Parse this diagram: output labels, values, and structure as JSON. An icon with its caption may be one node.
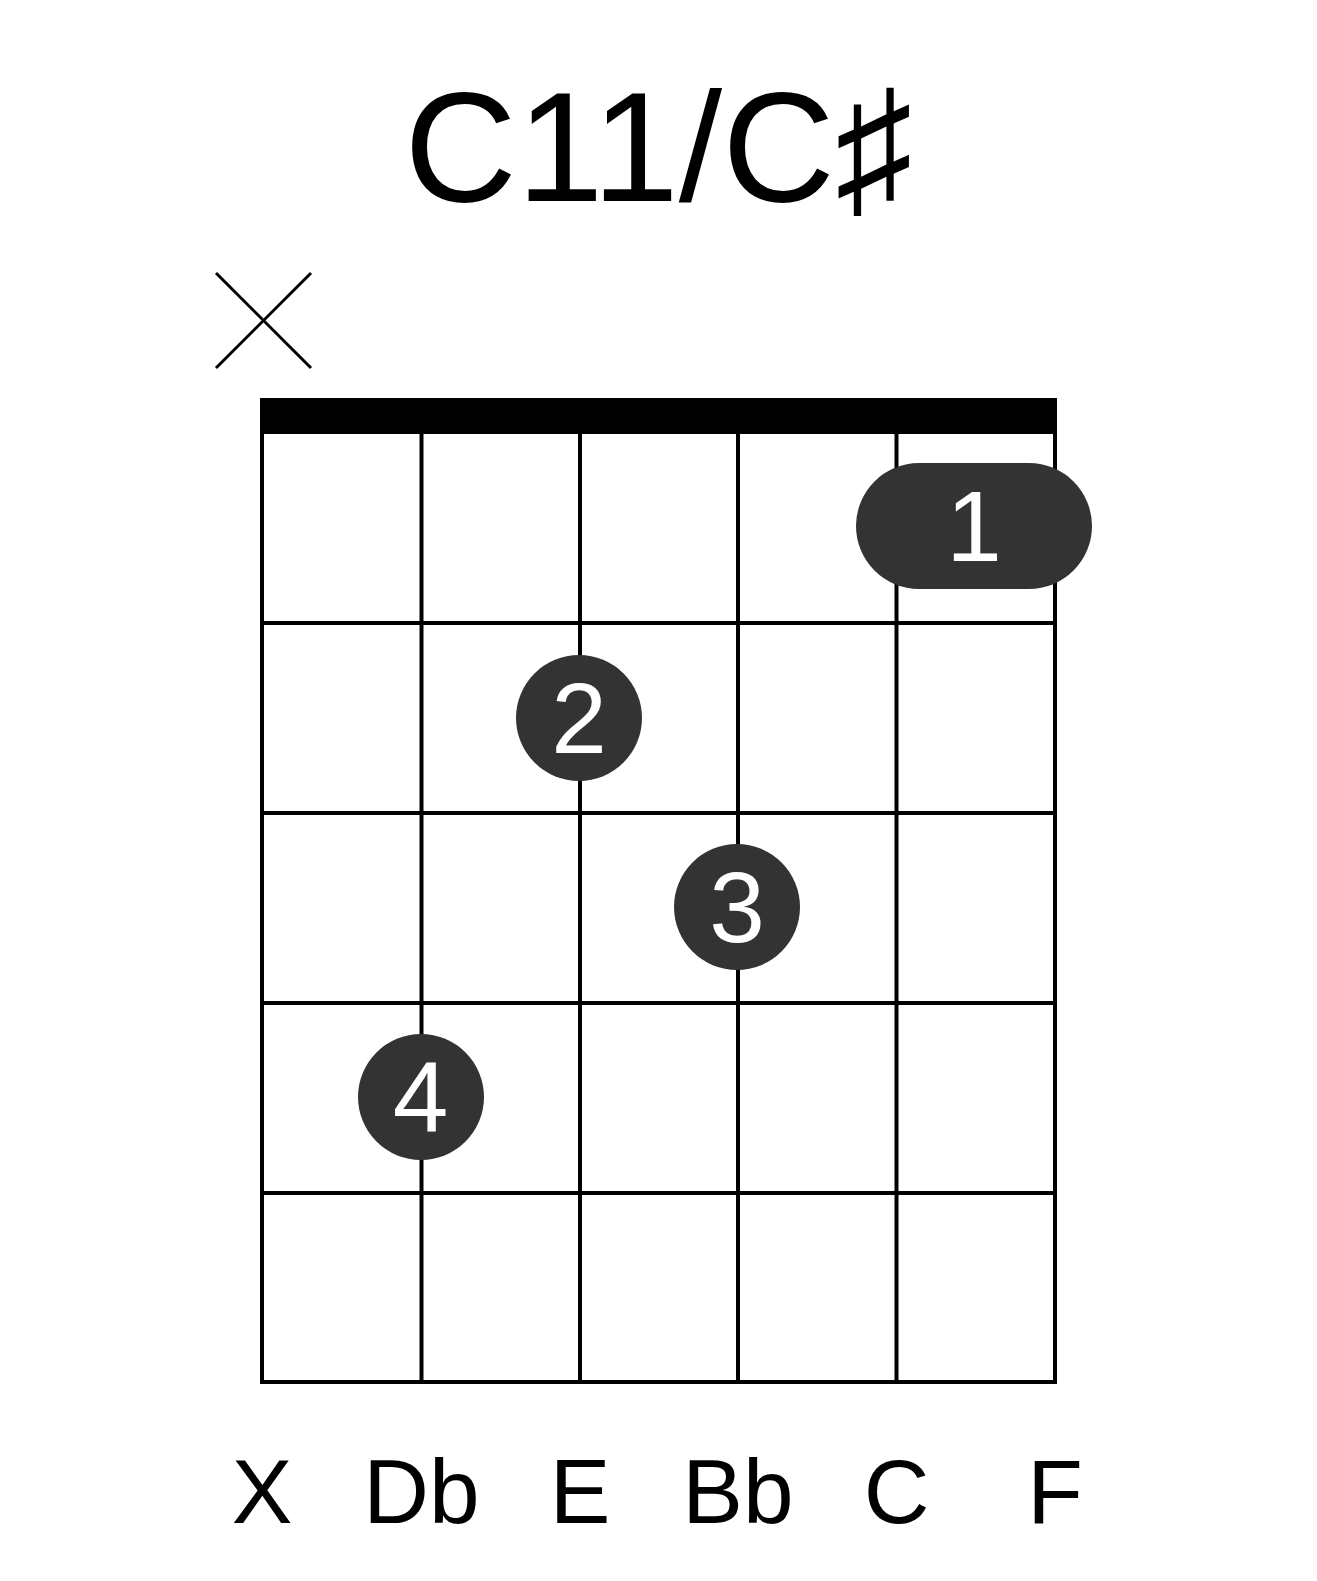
{
  "diagram": {
    "title": "C11/C♯",
    "nodes": [
      {
        "text": [
          "1"
        ]
      },
      {
        "text": [
          "2"
        ]
      },
      {
        "text": [
          "3"
        ]
      },
      {
        "text": [
          "4"
        ]
      }
    ],
    "edges": [],
    "labels": [
      "X",
      "Db",
      "E",
      "Bb",
      "C",
      "F"
    ]
  }
}
